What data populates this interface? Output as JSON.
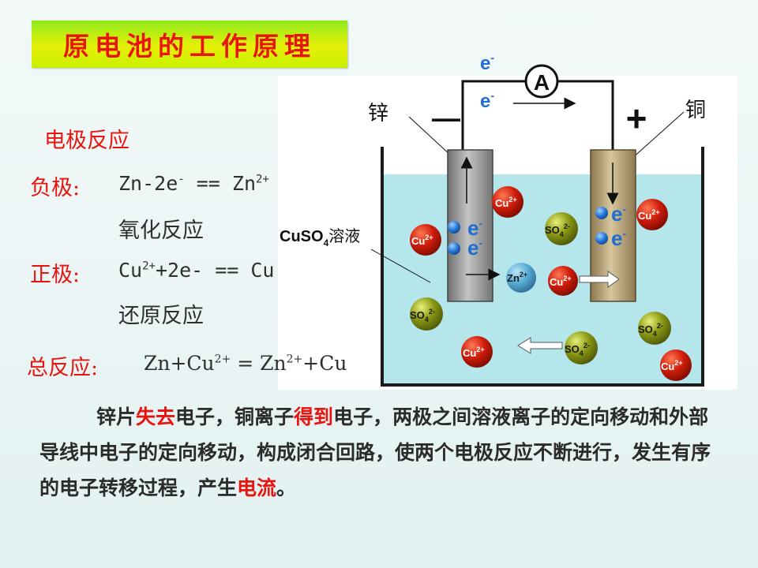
{
  "title": "原电池的工作原理",
  "electrode_reaction_heading": "电极反应",
  "negative": {
    "label": "负极:",
    "equation_prefix": "Zn-2e",
    "equation_sup1": "-",
    "equation_mid": " == Zn",
    "equation_sup2": "2+",
    "reaction_type": "氧化反应"
  },
  "positive": {
    "label": "正极:",
    "equation_prefix": "Cu",
    "equation_sup1": "2+",
    "equation_rest": "+2e- == Cu",
    "reaction_type": "还原反应"
  },
  "overall": {
    "label": "总反应:",
    "p1": "Zn+Cu",
    "sup1": "2+",
    "p2": " = Zn",
    "sup2": "2+",
    "p3": "+Cu"
  },
  "diagram": {
    "ammeter": "A",
    "electron": "e",
    "electron_sup": "-",
    "zinc_label": "锌",
    "copper_label": "铜",
    "minus_sign": "—",
    "plus_sign": "+",
    "solution_label_a": "CuSO",
    "solution_label_sub": "4",
    "solution_label_b": "溶液",
    "cu_ion": "Cu",
    "cu_ion_sup": "2+",
    "zn_ion": "Zn",
    "zn_ion_sup": "2+",
    "so4": "SO",
    "so4_sub": "4",
    "so4_sup": "2-",
    "colors": {
      "water": "#b4e6ec",
      "zinc": "#8f8f8f",
      "copper": "#b09a72",
      "cu_ion": "#d21e0c",
      "so4_ion": "#8a9a14",
      "zn_ion": "#5aaed6",
      "electron": "#1e6fd0"
    }
  },
  "paragraph": {
    "s1": "锌片",
    "h1": "失去",
    "s2": "电子，铜离子",
    "h2": "得到",
    "s3": "电子，两极之间溶液离子的定向移动和外部导线中电子的定向移动，构成闭合回路，使两个电极反应不断进行，发生有序的电子转移过程，产生",
    "h3": "电流",
    "s4": "。"
  }
}
